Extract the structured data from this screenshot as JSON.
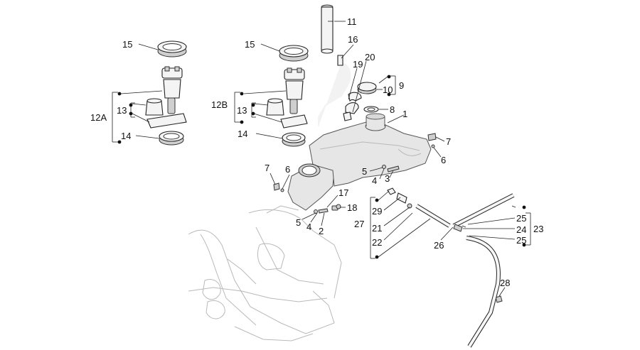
{
  "diagram": {
    "callouts": {
      "n1": "1",
      "n2": "2",
      "n3": "3",
      "n4a": "4",
      "n4b": "4",
      "n5a": "5",
      "n5b": "5",
      "n6a": "6",
      "n6b": "6",
      "n7a": "7",
      "n7b": "7",
      "n8": "8",
      "n9": "9",
      "n10": "10",
      "n11": "11",
      "n12a": "12A",
      "n12b": "12B",
      "n13a": "13",
      "n13b": "13",
      "n14a": "14",
      "n14b": "14",
      "n15a": "15",
      "n15b": "15",
      "n16": "16",
      "n17": "17",
      "n18": "18",
      "n19": "19",
      "n20": "20",
      "n21": "21",
      "n22": "22",
      "n23": "23",
      "n24": "24",
      "n25a": "25",
      "n25b": "25",
      "n26": "26",
      "n27": "27",
      "n28": "28",
      "n29": "29"
    }
  }
}
